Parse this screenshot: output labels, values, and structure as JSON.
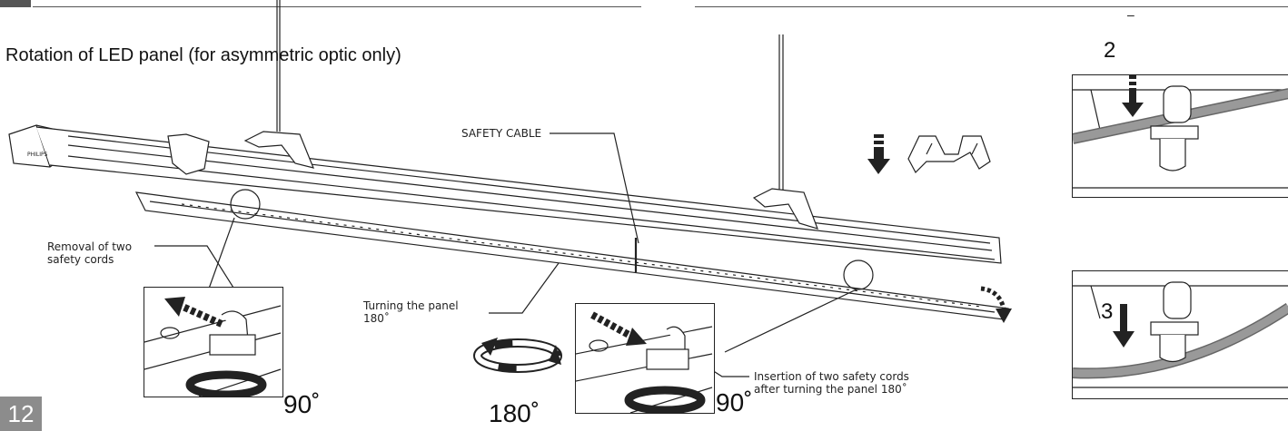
{
  "page_number": "12",
  "title": "Rotation of LED panel (for asymmetric optic only)",
  "labels": {
    "safety_cable": "SAFETY CABLE",
    "removal_line1": "Removal of two",
    "removal_line2": "safety cords",
    "turning_line1": "Turning the panel",
    "turning_line2": "180˚",
    "insertion_line1": "Insertion of two safety cords",
    "insertion_line2": "after turning the panel 180˚"
  },
  "brand_mark": "PHILIPS",
  "angles": {
    "left": "90˚",
    "center": "180˚",
    "right": "90˚"
  },
  "steps": {
    "top_dash": "–",
    "step2": "2",
    "step3": "3"
  }
}
